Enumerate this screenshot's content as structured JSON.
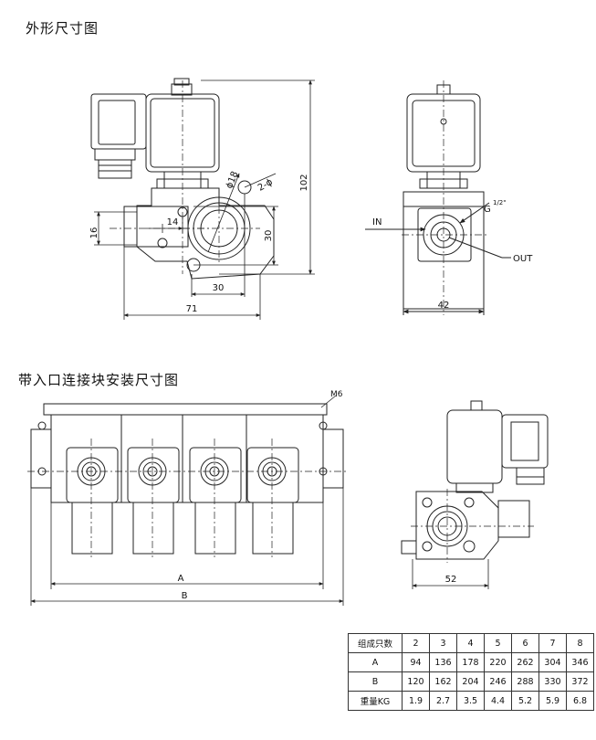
{
  "headings": {
    "outline": "外形尺寸图",
    "block_install": "带入口连接块安装尺寸图"
  },
  "dimensions": {
    "height_102": "102",
    "dia_18": "ϕ18",
    "dia_2": "2-ϕ",
    "d16": "16",
    "d14": "14",
    "d30_v": "30",
    "d30_h": "30",
    "d71": "71",
    "d42": "42",
    "thread": "G",
    "thread_frac": "1/2\"",
    "port_in": "IN",
    "port_out": "OUT",
    "m6": "M6",
    "dim_a": "A",
    "dim_b": "B",
    "d52": "52"
  },
  "spec_table": {
    "header": "组成只数",
    "counts": [
      "2",
      "3",
      "4",
      "5",
      "6",
      "7",
      "8"
    ],
    "rows": [
      {
        "label": "A",
        "values": [
          "94",
          "136",
          "178",
          "220",
          "262",
          "304",
          "346"
        ]
      },
      {
        "label": "B",
        "values": [
          "120",
          "162",
          "204",
          "246",
          "288",
          "330",
          "372"
        ]
      },
      {
        "label": "重量KG",
        "values": [
          "1.9",
          "2.7",
          "3.5",
          "4.4",
          "5.2",
          "5.9",
          "6.8"
        ]
      }
    ]
  }
}
